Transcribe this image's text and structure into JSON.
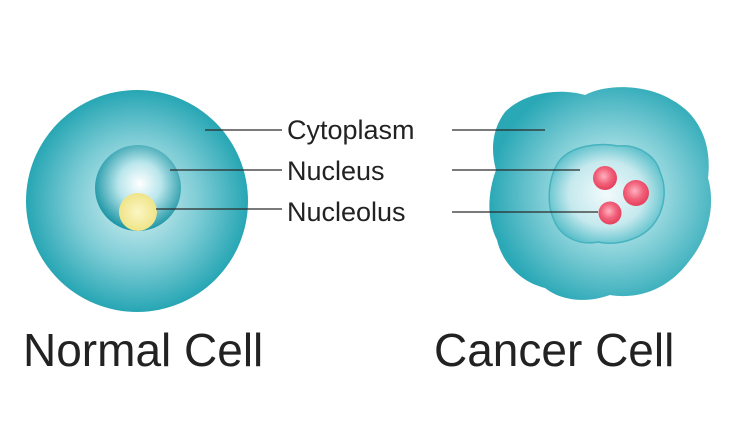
{
  "labels": {
    "cytoplasm": "Cytoplasm",
    "nucleus": "Nucleus",
    "nucleolus": "Nucleolus"
  },
  "titles": {
    "normal": "Normal Cell",
    "cancer": "Cancer Cell"
  },
  "colors": {
    "cell_teal": "#2aa8b6",
    "cell_light": "#d9f1f3",
    "nucleus_teal": "#1b95a4",
    "nucleolus_yellow": "#f2ea92",
    "cancer_nucleolus": "#ee4f68",
    "text": "#222222"
  }
}
